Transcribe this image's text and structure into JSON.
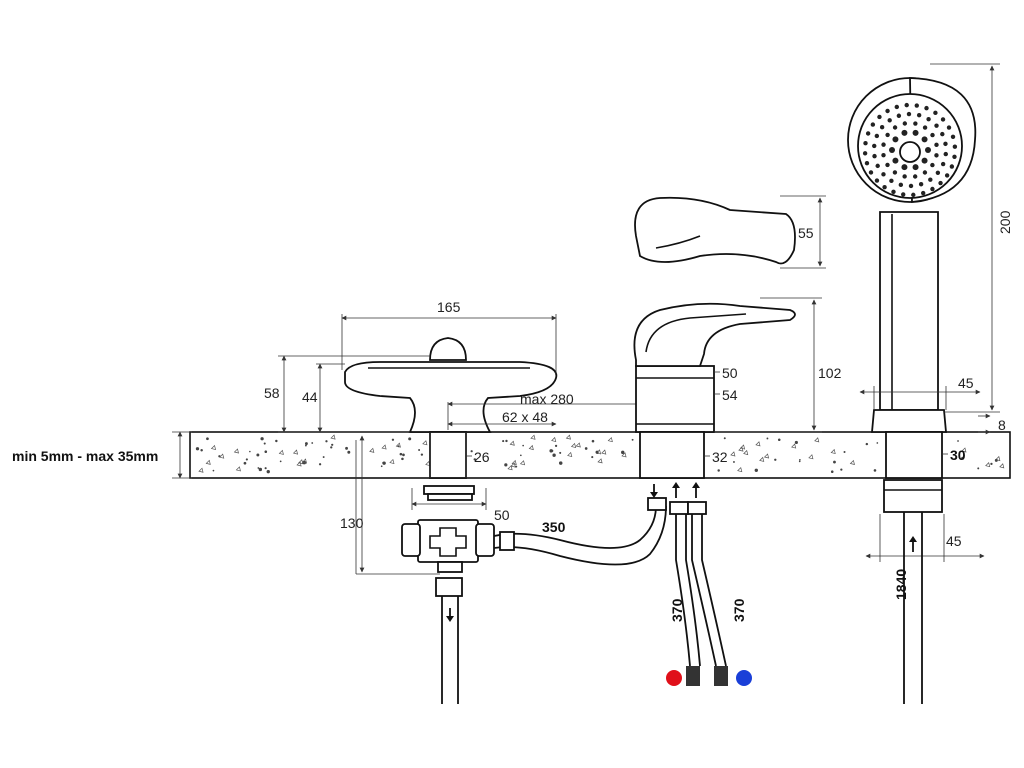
{
  "thickness_label": "min 5mm - max 35mm",
  "dimensions": {
    "d165": "165",
    "d58": "58",
    "d44": "44",
    "max280": "max 280",
    "d62x48": "62 x 48",
    "d26": "26",
    "d130": "130",
    "d50_lower": "50",
    "d350": "350",
    "d50_upper": "50",
    "d54": "54",
    "d102": "102",
    "d32": "32",
    "d55": "55",
    "d370_left": "370",
    "d370_right": "370",
    "d200": "200",
    "d45_upper": "45",
    "d8": "8",
    "d30": "30",
    "d45_lower": "45",
    "d1840": "1840"
  },
  "colors": {
    "hot": "#e0101a",
    "cold": "#1a3fd8",
    "line": "#111111"
  },
  "icons": [
    "flow-arrow-down-icon",
    "flow-arrow-up-icon",
    "hot-water-dot-icon",
    "cold-water-dot-icon"
  ]
}
